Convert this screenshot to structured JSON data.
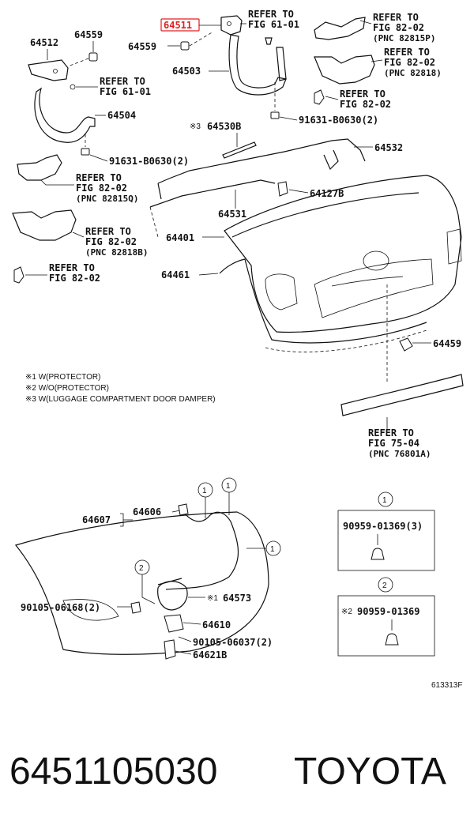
{
  "upper": {
    "highlight_part": "64511",
    "refs": {
      "r_6101_top": [
        "REFER TO",
        "FIG 61-01"
      ],
      "r_6101_mid": [
        "REFER TO",
        "FIG 61-01"
      ],
      "r_8202_a": [
        "REFER TO",
        "FIG 82-02",
        "(PNC 82815P)"
      ],
      "r_8202_b": [
        "REFER TO",
        "FIG 82-02",
        "(PNC 82818)"
      ],
      "r_8202_c": [
        "REFER TO",
        "FIG 82-02"
      ],
      "r_8202_d": [
        "REFER TO",
        "FIG 82-02",
        "(PNC 82815Q)"
      ],
      "r_8202_e": [
        "REFER TO",
        "FIG 82-02",
        "(PNC 82818B)"
      ],
      "r_8202_f": [
        "REFER TO",
        "FIG 82-02"
      ],
      "r_7504": [
        "REFER TO",
        "FIG 75-04",
        "(PNC 76801A)"
      ]
    },
    "parts": {
      "p64512": "64512",
      "p64559a": "64559",
      "p64559b": "64559",
      "p64503": "64503",
      "p64504": "64504",
      "p91631a": "91631-B0630(2)",
      "p91631b": "91631-B0630(2)",
      "p64530b": "64530B",
      "p64530b_mark": "※3",
      "p64532": "64532",
      "p64127b": "64127B",
      "p64531": "64531",
      "p64401": "64401",
      "p64461": "64461",
      "p64459": "64459"
    },
    "notes": [
      "※1 W(PROTECTOR)",
      "※2 W/O(PROTECTOR)",
      "※3 W(LUGGAGE COMPARTMENT DOOR DAMPER)"
    ]
  },
  "lower": {
    "parts": {
      "p64607": "64607",
      "p64606": "64606",
      "p90105a": "90105-06168(2)",
      "p64573": "64573",
      "p64573_mark": "※1",
      "p64610": "64610",
      "p90105b": "90105-06037(2)",
      "p64621b": "64621B"
    },
    "circles": [
      "1",
      "1",
      "1",
      "2"
    ],
    "box1": {
      "circle": "1",
      "part": "90959-01369(3)"
    },
    "box2": {
      "circle": "2",
      "mark": "※2",
      "part": "90959-01369"
    }
  },
  "figure_code": "613313F",
  "footer": {
    "part_number": "6451105030",
    "brand": "TOYOTA"
  },
  "colors": {
    "highlight": "#e02020",
    "ink": "#111111"
  }
}
